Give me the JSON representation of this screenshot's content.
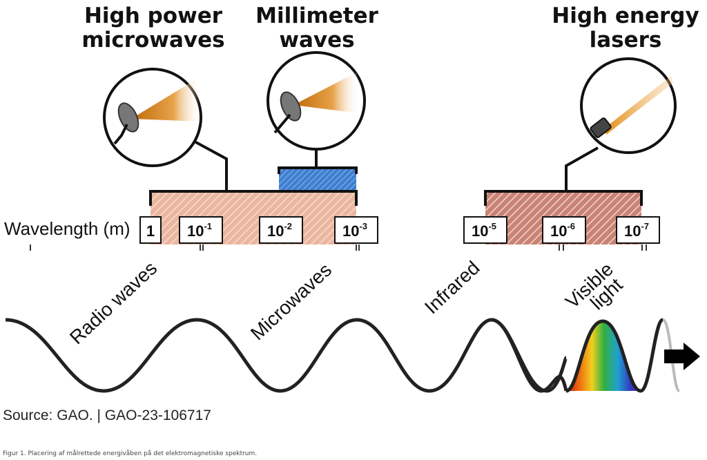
{
  "titles": {
    "hpm_line1": "High power",
    "hpm_line2": "microwaves",
    "mmw_line1": "Millimeter",
    "mmw_line2": "waves",
    "hel_line1": "High energy",
    "hel_line2": "lasers"
  },
  "axis": {
    "label": "Wavelength (m)",
    "ticks": [
      {
        "base": "1",
        "exp": ""
      },
      {
        "base": "10",
        "exp": "-1"
      },
      {
        "base": "10",
        "exp": "-2"
      },
      {
        "base": "10",
        "exp": "-3"
      },
      {
        "base": "10",
        "exp": "-5"
      },
      {
        "base": "10",
        "exp": "-6"
      },
      {
        "base": "10",
        "exp": "-7"
      }
    ]
  },
  "bands": {
    "radio": "Radio waves",
    "microwaves": "Microwaves",
    "infrared": "Infrared",
    "visible_line1": "Visible",
    "visible_line2": "light"
  },
  "source": "Source: GAO.  |  GAO-23-106717",
  "caption": "Figur 1. Placering af målrettede energivåben på det elektromagnetiske spektrum.",
  "colors": {
    "range_fill": "#e8b49e",
    "laser_fill": "#c98a7c",
    "mmw_fill": "#3e7fcf",
    "beam": "#d98a1e"
  }
}
